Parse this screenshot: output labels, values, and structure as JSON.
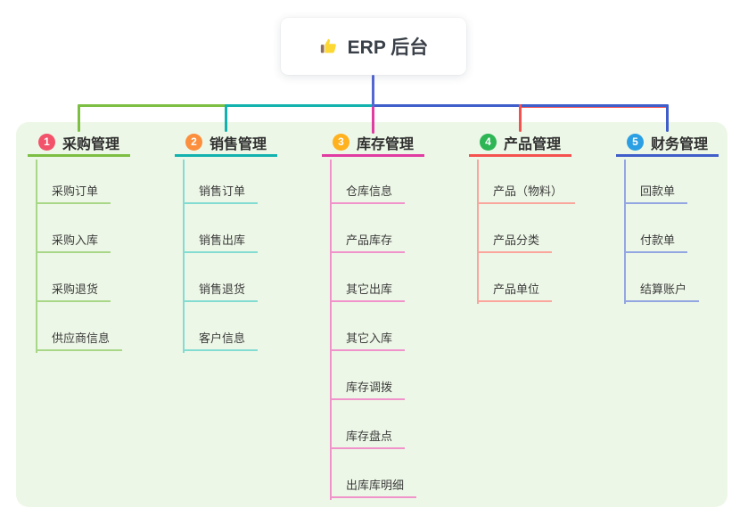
{
  "root": {
    "icon": "thumbs-up",
    "title": "ERP 后台"
  },
  "panel": {
    "background": "#edf7e7"
  },
  "connector": {
    "root_line_color": "#5567d3"
  },
  "branches": [
    {
      "num": "1",
      "title": "采购管理",
      "badge_color": "#f2536a",
      "line_color": "#7cbf43",
      "child_line_color": "#a9d788",
      "children": [
        "采购订单",
        "采购入库",
        "采购退货",
        "供应商信息"
      ]
    },
    {
      "num": "2",
      "title": "销售管理",
      "badge_color": "#fb8f3d",
      "line_color": "#12b2ae",
      "child_line_color": "#83dcd2",
      "children": [
        "销售订单",
        "销售出库",
        "销售退货",
        "客户信息"
      ]
    },
    {
      "num": "3",
      "title": "库存管理",
      "badge_color": "#ffb11e",
      "line_color": "#e03ca2",
      "child_line_color": "#f193cb",
      "children": [
        "仓库信息",
        "产品库存",
        "其它出库",
        "其它入库",
        "库存调拨",
        "库存盘点",
        "出库库明细"
      ]
    },
    {
      "num": "4",
      "title": "产品管理",
      "badge_color": "#2eb554",
      "line_color": "#f5514e",
      "child_line_color": "#fba69d",
      "children": [
        "产品（物料）",
        "产品分类",
        "产品单位"
      ]
    },
    {
      "num": "5",
      "title": "财务管理",
      "badge_color": "#2b9fe3",
      "line_color": "#3f5ec9",
      "child_line_color": "#93a6e2",
      "children": [
        "回款单",
        "付款单",
        "结算账户"
      ]
    }
  ]
}
